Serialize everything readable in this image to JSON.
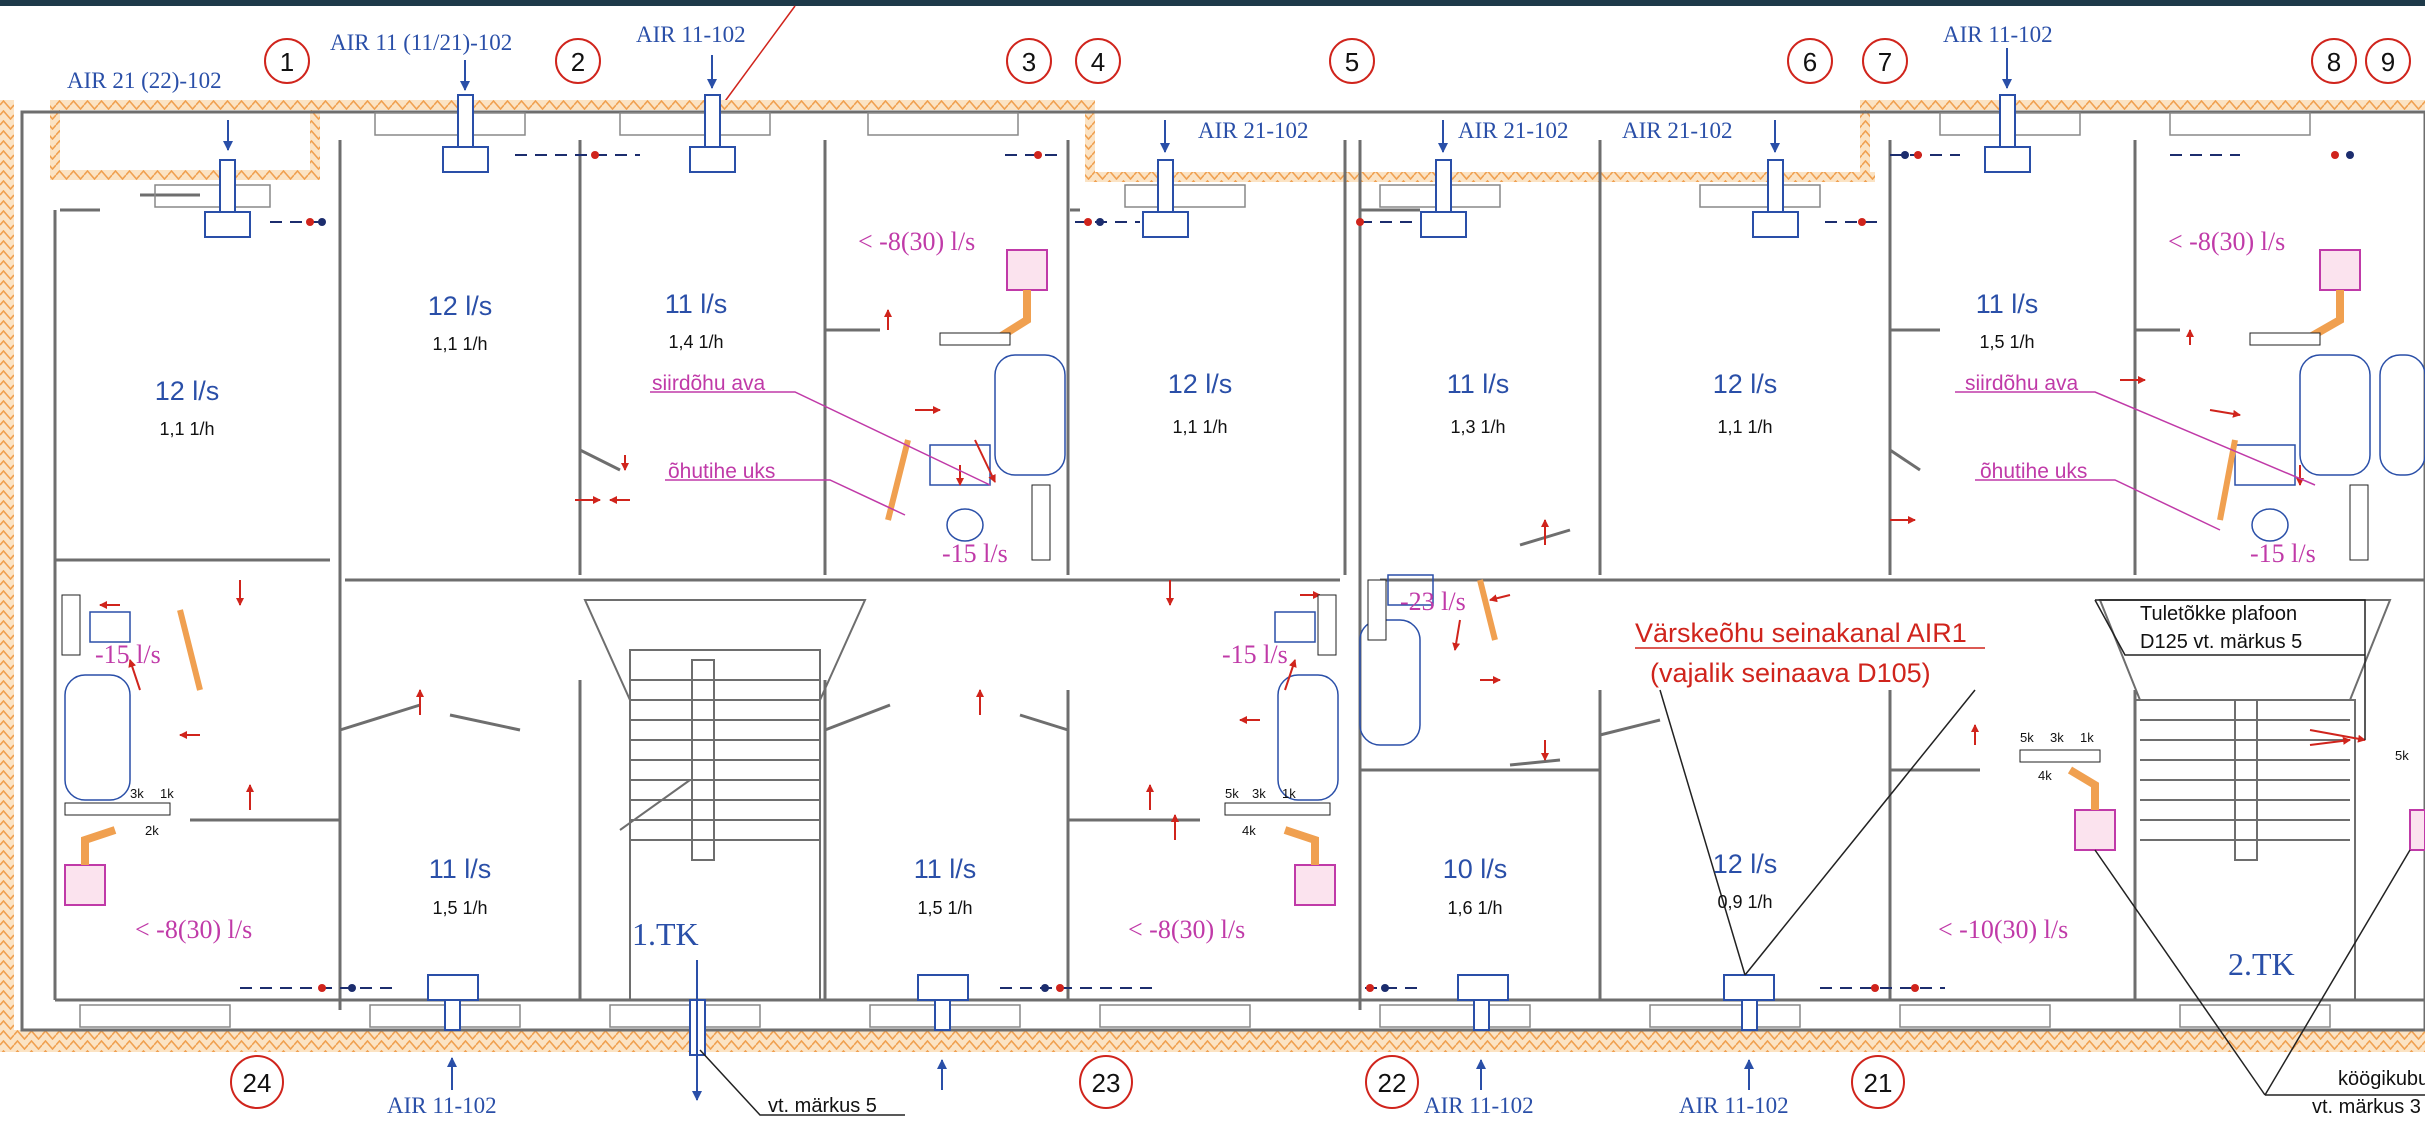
{
  "colors": {
    "wall": "#6e6e6e",
    "insulation": "#f0b060",
    "supply": "#2a4fa8",
    "exhaust": "#c03aa8",
    "red": "#d0241c",
    "frame": "#1e3a4a"
  },
  "axis_numbers": [
    "1",
    "2",
    "3",
    "4",
    "5",
    "6",
    "7",
    "8",
    "9",
    "24",
    "23",
    "22",
    "21"
  ],
  "air_labels": {
    "a21_22": "AIR 21 (22)-102",
    "a11_21": "AIR 11 (11/21)-102",
    "a11": "AIR 11-102",
    "a21": "AIR 21-102"
  },
  "rooms": [
    {
      "flow": "12 l/s",
      "rate": "1,1 1/h"
    },
    {
      "flow": "12 l/s",
      "rate": "1,1 1/h"
    },
    {
      "flow": "11 l/s",
      "rate": "1,4 1/h"
    },
    {
      "flow": "12 l/s",
      "rate": "1,1 1/h"
    },
    {
      "flow": "11 l/s",
      "rate": "1,3 1/h"
    },
    {
      "flow": "12 l/s",
      "rate": "1,1 1/h"
    },
    {
      "flow": "11 l/s",
      "rate": "1,5 1/h"
    },
    {
      "flow": "11 l/s",
      "rate": "1,5 1/h"
    },
    {
      "flow": "11 l/s",
      "rate": "1,5 1/h"
    },
    {
      "flow": "10 l/s",
      "rate": "1,6 1/h"
    },
    {
      "flow": "12 l/s",
      "rate": "0,9 1/h"
    }
  ],
  "exhaust": {
    "kitchen8": "< -8(30) l/s",
    "kitchen10": "< -10(30) l/s",
    "bath15": "-15 l/s",
    "bath23": "-23 l/s"
  },
  "notes": {
    "transfer_opening": "siirdõhu ava",
    "fire_door": "õhutihe uks",
    "fresh_air_1": "Värskeõhu seinakanal AIR1",
    "fresh_air_2": "(vajalik seinaava D105)",
    "fire_plafond_1": "Tuletõkke plafoon",
    "fire_plafond_2": "D125 vt. märkus 5",
    "see_note_5": "vt. märkus 5",
    "kitchen_hood": "köögikubu",
    "see_note_3": "vt. märkus 3"
  },
  "stairs": [
    "1.TK",
    "2.TK"
  ],
  "valve_labels": [
    "5k",
    "3k",
    "1k",
    "2k",
    "4k"
  ]
}
